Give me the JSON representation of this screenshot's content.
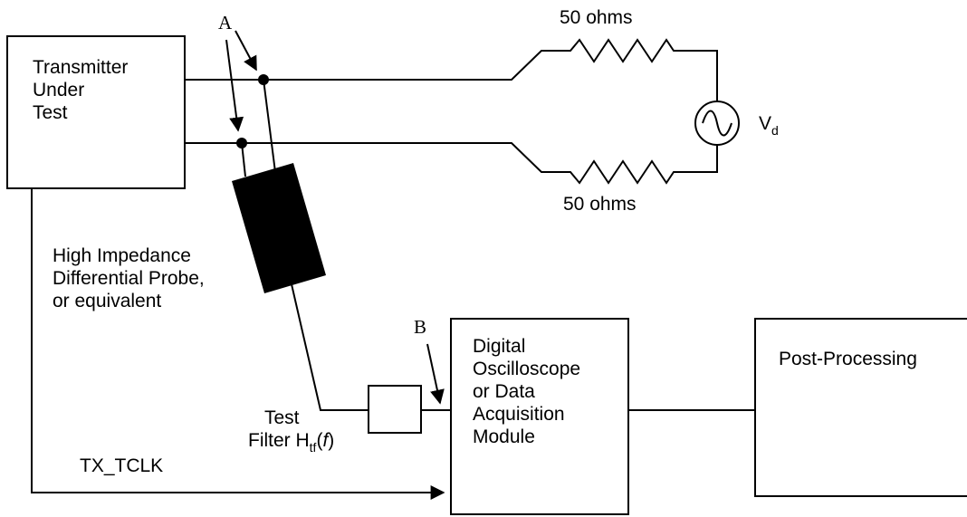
{
  "transmitter": {
    "lines": [
      "Transmitter",
      "Under",
      "Test"
    ]
  },
  "resistor_top": {
    "label": "50 ohms"
  },
  "resistor_bottom": {
    "label": "50 ohms"
  },
  "source": {
    "label_main": "V",
    "label_sub": "d"
  },
  "point_a": {
    "label": "A"
  },
  "point_b": {
    "label": "B"
  },
  "probe": {
    "lines": [
      "High Impedance",
      "Differential Probe,",
      "or equivalent"
    ]
  },
  "test_filter": {
    "line1": "Test",
    "line2_prefix": "Filter H",
    "line2_sub": "tf",
    "line2_open": "(",
    "line2_var": "f",
    "line2_close": ")"
  },
  "clock_signal": {
    "label": "TX_TCLK"
  },
  "oscilloscope": {
    "lines": [
      "Digital",
      "Oscilloscope",
      "or Data",
      "Acquisition",
      "Module"
    ]
  },
  "post_processing": {
    "label": "Post-Processing"
  }
}
